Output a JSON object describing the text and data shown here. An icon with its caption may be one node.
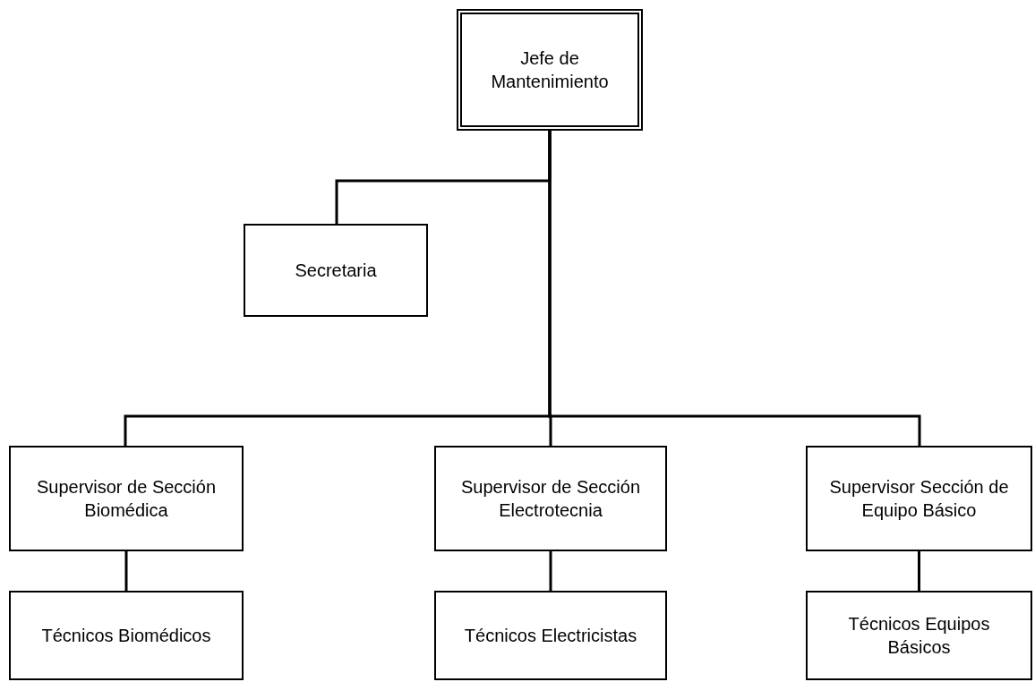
{
  "diagram": {
    "nodes": [
      {
        "text": [
          "Jefe de Mantenimiento"
        ]
      },
      {
        "text": [
          "Secretaria"
        ]
      },
      {
        "text": [
          "Supervisor de Sección Biomédica"
        ]
      },
      {
        "text": [
          "Supervisor de Sección Electrotecnia"
        ]
      },
      {
        "text": [
          "Supervisor Sección de Equipo Básico"
        ]
      },
      {
        "text": [
          "Técnicos Biomédicos"
        ]
      },
      {
        "text": [
          "Técnicos Electricistas"
        ]
      },
      {
        "text": [
          "Técnicos Equipos Básicos"
        ]
      }
    ],
    "edges": [
      {
        "from": 0,
        "to": 1,
        "arrow": "none"
      },
      {
        "from": 0,
        "to": 2,
        "arrow": "none"
      },
      {
        "from": 0,
        "to": 3,
        "arrow": "none"
      },
      {
        "from": 0,
        "to": 4,
        "arrow": "none"
      },
      {
        "from": 2,
        "to": 5,
        "arrow": "none"
      },
      {
        "from": 3,
        "to": 6,
        "arrow": "none"
      },
      {
        "from": 4,
        "to": 7,
        "arrow": "none"
      }
    ]
  }
}
